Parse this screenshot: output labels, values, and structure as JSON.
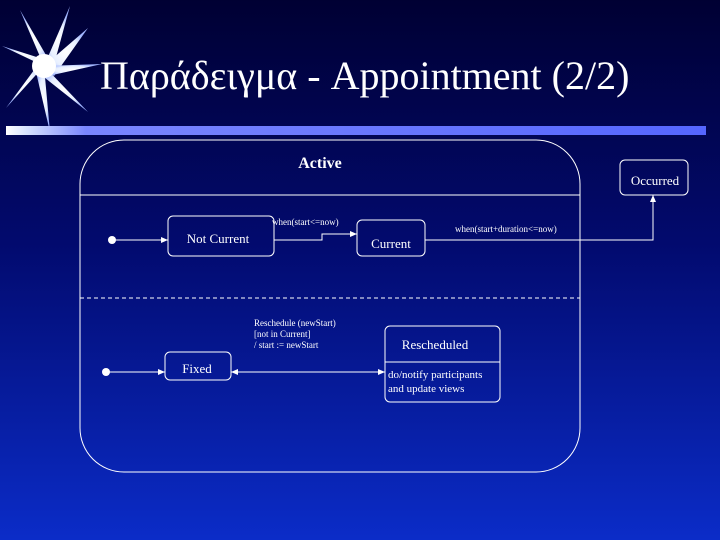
{
  "slide": {
    "title": "Παράδειγμα - Appointment (2/2)"
  },
  "diagram": {
    "composite_state": "Active",
    "states": {
      "not_current": "Not Current",
      "current": "Current",
      "occurred": "Occurred",
      "fixed": "Fixed",
      "rescheduled": "Rescheduled",
      "rescheduled_activity_1": "do/notify participants",
      "rescheduled_activity_2": "and update views"
    },
    "transitions": {
      "to_current": "when(start<=now)",
      "to_occurred": "when(start+duration<=now)",
      "reschedule_1": "Reschedule (newStart)",
      "reschedule_2": "[not in Current]",
      "reschedule_3": "/ start := newStart"
    }
  },
  "colors": {
    "background_top": "#000033",
    "background_bottom": "#0b2cc8",
    "line": "#ffffff"
  }
}
